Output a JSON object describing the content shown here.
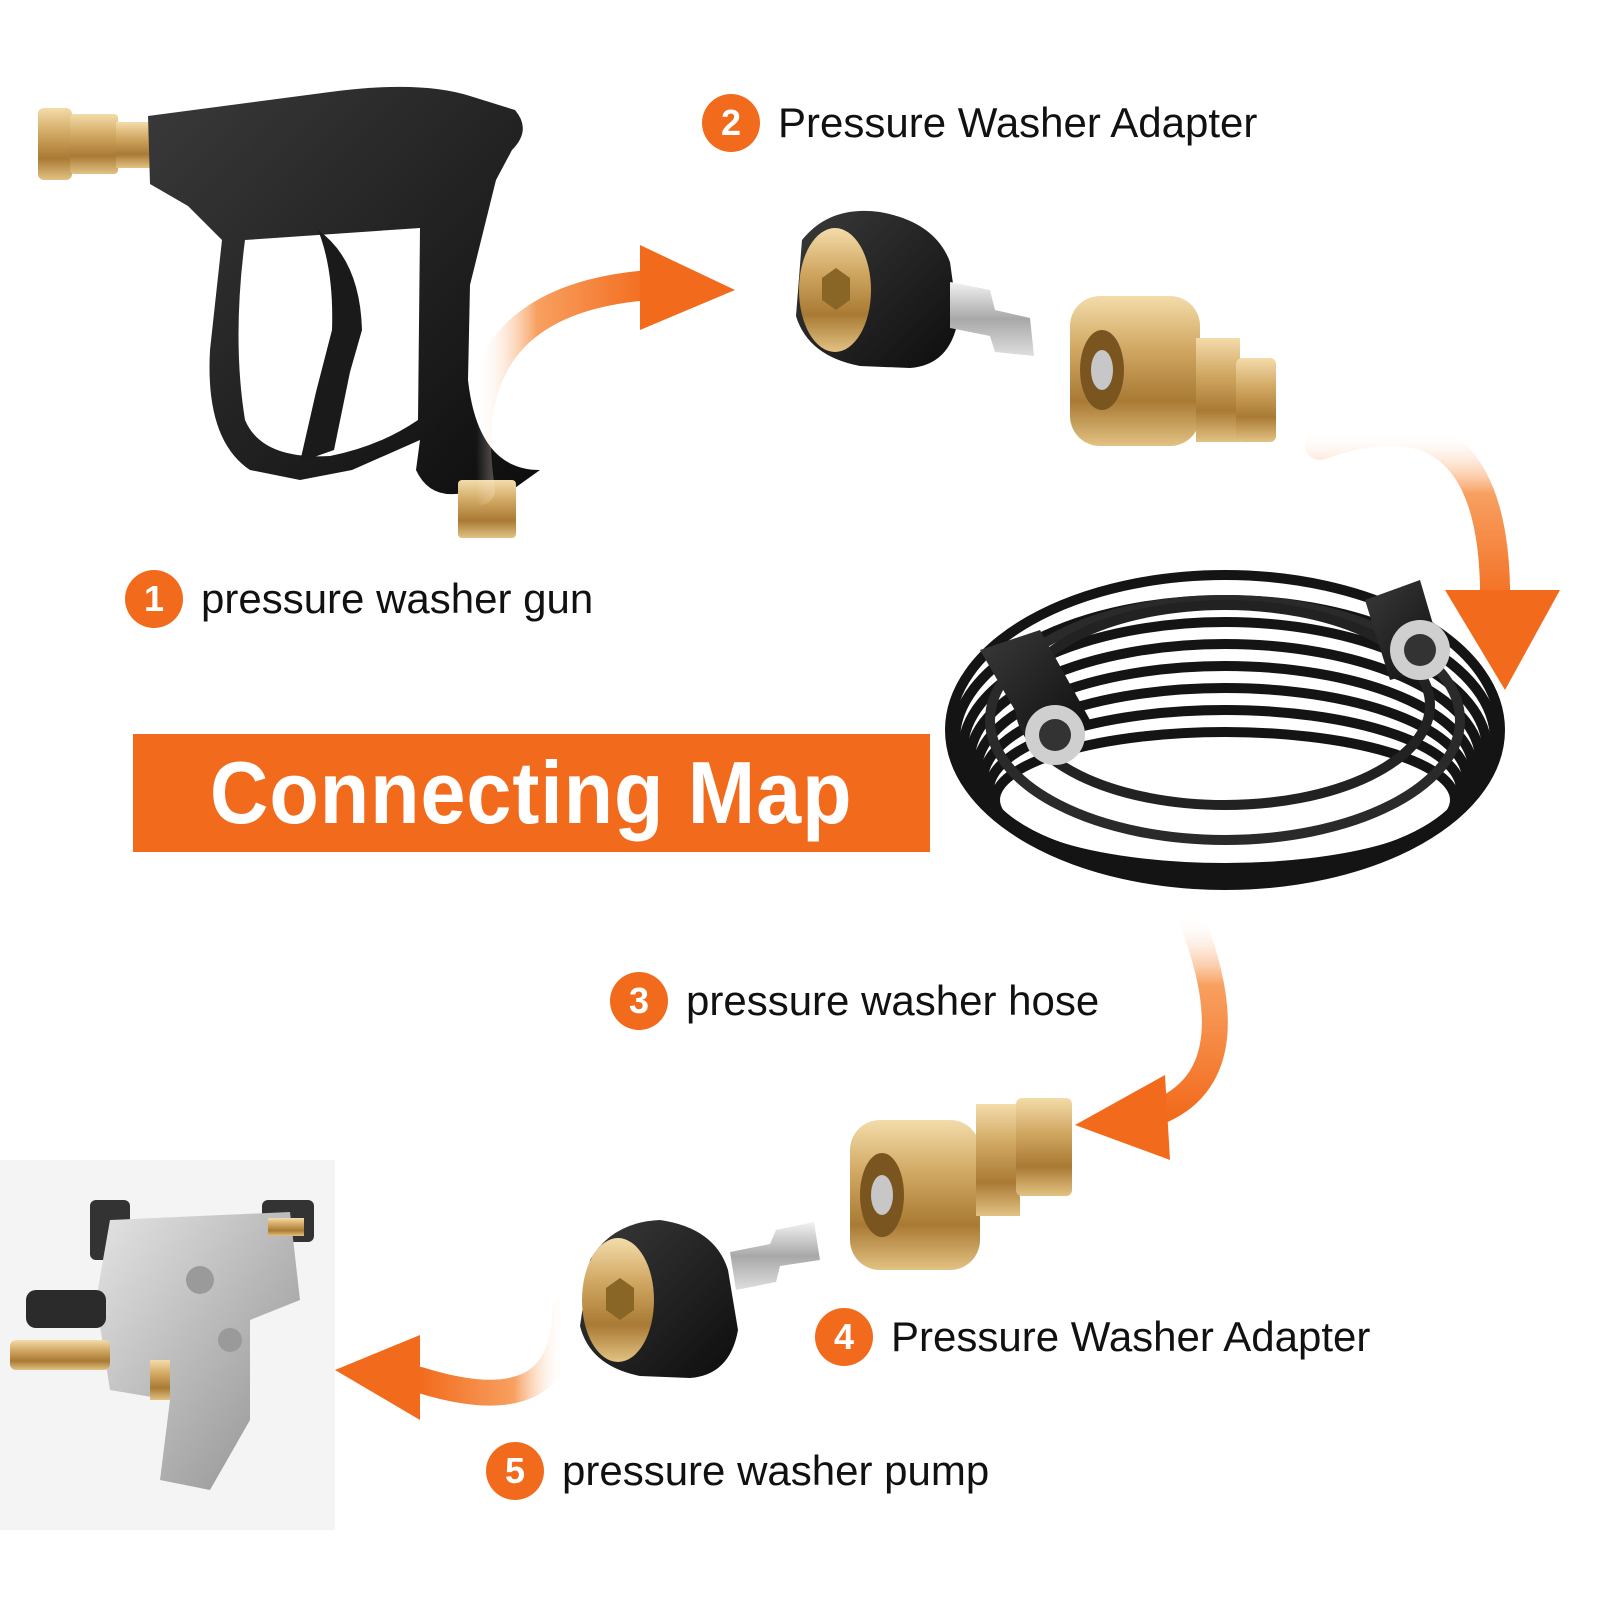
{
  "colors": {
    "accent": "#f26b1d",
    "text": "#111111",
    "background": "#ffffff"
  },
  "banner": {
    "title": "Connecting Map"
  },
  "steps": [
    {
      "number": "1",
      "label": "pressure washer gun"
    },
    {
      "number": "2",
      "label": "Pressure Washer Adapter"
    },
    {
      "number": "3",
      "label": "pressure washer hose"
    },
    {
      "number": "4",
      "label": "Pressure Washer Adapter"
    },
    {
      "number": "5",
      "label": "pressure washer pump"
    }
  ],
  "icons": [
    "pressure-washer-gun-icon",
    "adapter-icon",
    "hose-icon",
    "pump-icon",
    "arrow-icon"
  ]
}
